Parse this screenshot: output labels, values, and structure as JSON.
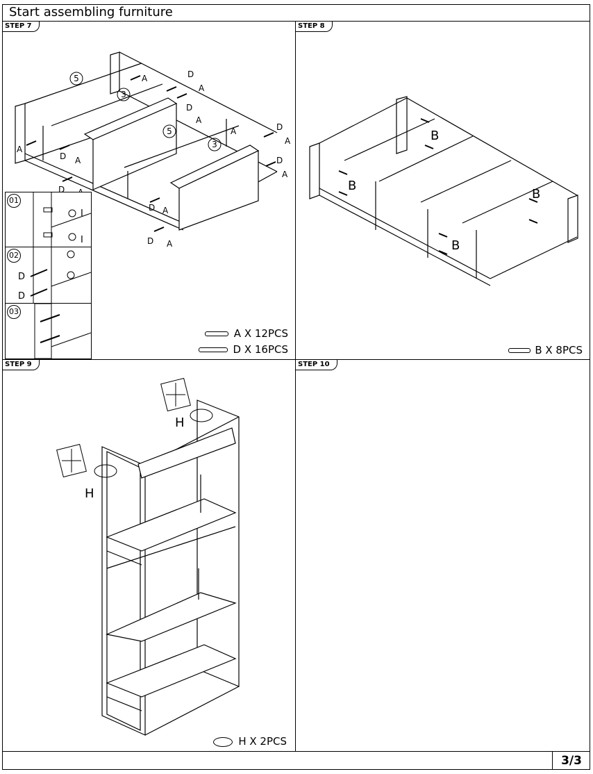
{
  "title": "Start assembling furniture",
  "steps": [
    {
      "label": "STEP 7",
      "parts": [
        "A X 12PCS",
        "D X 16PCS"
      ]
    },
    {
      "label": "STEP 8",
      "parts": [
        "B X 8PCS"
      ]
    },
    {
      "label": "STEP 9",
      "parts": [
        "H X 2PCS"
      ]
    },
    {
      "label": "STEP 10",
      "parts": []
    }
  ],
  "sub_steps": [
    "01",
    "02",
    "03"
  ],
  "callouts": {
    "a": "A",
    "b": "B",
    "d": "D",
    "h": "H",
    "i": "I",
    "board_3": "3",
    "board_5": "5"
  },
  "page_number": "3/3"
}
